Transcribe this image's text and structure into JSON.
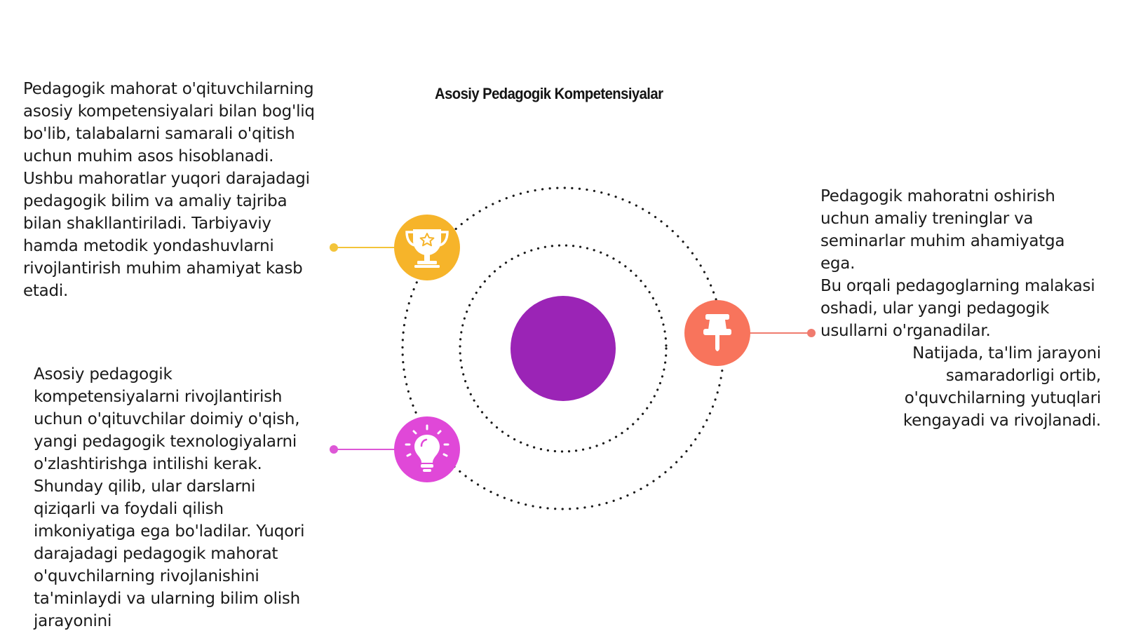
{
  "title": "Asosiy Pedagogik Kompetensiyalar",
  "colors": {
    "center": "#9b24b6",
    "trophy_node": "#f6b42a",
    "pin_node": "#f8745c",
    "bulb_node": "#e048d8",
    "trophy_connector": "#f3c43a",
    "pin_connector": "#f07b6e",
    "bulb_connector": "#dd57d6"
  },
  "nodes": [
    {
      "name": "trophy",
      "icon": "trophy-icon"
    },
    {
      "name": "pin",
      "icon": "pushpin-icon"
    },
    {
      "name": "bulb",
      "icon": "lightbulb-icon"
    }
  ],
  "text_top_left": "Pedagogik mahorat o'qituvchilarning asosiy kompetensiyalari bilan bog'liq bo'lib, talabalarni samarali o'qitish uchun muhim asos hisoblanadi. Ushbu mahoratlar yuqori darajadagi pedagogik bilim va amaliy tajriba bilan shakllantiriladi. Tarbiyaviy hamda metodik yondashuvlarni rivojlantirish muhim ahamiyat kasb etadi.",
  "text_right_1": "Pedagogik mahoratni oshirish uchun amaliy treninglar va seminarlar muhim ahamiyatga ega.",
  "text_right_2": "Bu orqali pedagoglarning malakasi oshadi, ular yangi pedagogik usullarni o'rganadilar.",
  "text_right_3": "Natijada, ta'lim jarayoni samaradorligi ortib, o'quvchilarning yutuqlari kengayadi va rivojlanadi.",
  "text_bottom_left": "Asosiy pedagogik kompetensiyalarni rivojlantirish uchun o'qituvchilar doimiy o'qish, yangi pedagogik texnologiyalarni o'zlashtirishga intilishi kerak. Shunday qilib, ular darslarni qiziqarli va foydali qilish imkoniyatiga ega bo'ladilar. Yuqori darajadagi pedagogik mahorat o'quvchilarning rivojlanishini ta'minlaydi va ularning bilim olish jarayonini"
}
